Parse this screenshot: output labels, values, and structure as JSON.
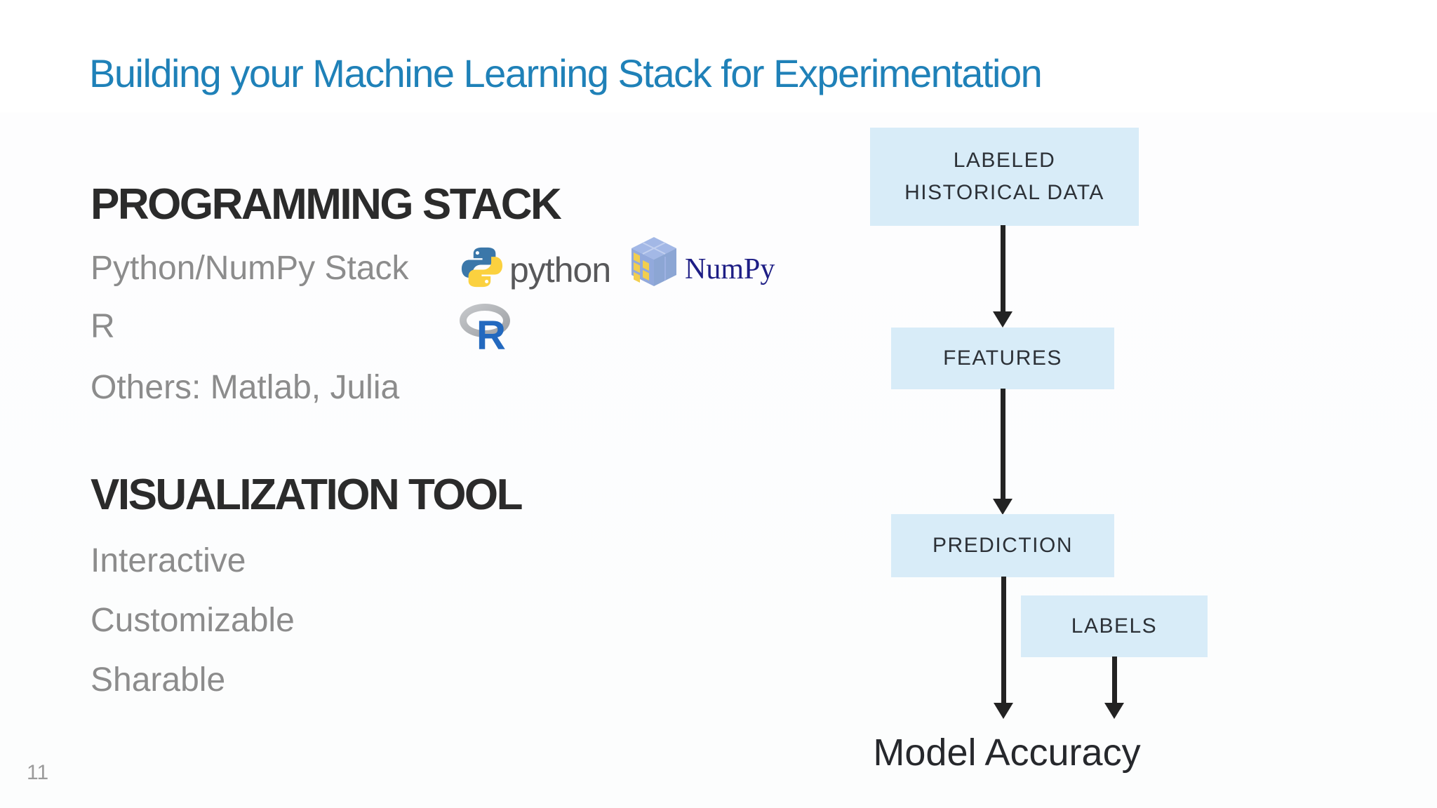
{
  "slide": {
    "title": "Building your Machine Learning Stack for Experimentation",
    "page_number": "11"
  },
  "programming_stack": {
    "heading": "PROGRAMMING STACK",
    "items": [
      "Python/NumPy Stack",
      "R",
      "Others: Matlab, Julia"
    ]
  },
  "visualization_tool": {
    "heading": "VISUALIZATION TOOL",
    "items": [
      "Interactive",
      "Customizable",
      "Sharable"
    ]
  },
  "logos": {
    "python_label": "python",
    "numpy_label": "NumPy",
    "r_letter": "R"
  },
  "flowchart": {
    "nodes": [
      {
        "id": "labeled-historical-data",
        "line1": "LABELED",
        "line2": "HISTORICAL DATA"
      },
      {
        "id": "features",
        "line1": "FEATURES",
        "line2": ""
      },
      {
        "id": "prediction",
        "line1": "PREDICTION",
        "line2": ""
      },
      {
        "id": "labels",
        "line1": "LABELS",
        "line2": ""
      }
    ],
    "edges": [
      "labeled-historical-data -> features",
      "features -> prediction",
      "prediction -> model-accuracy",
      "labels -> model-accuracy"
    ],
    "result_label": "Model Accuracy"
  },
  "colors": {
    "title_blue": "#1f81b8",
    "heading_dark": "#2b2b2b",
    "body_gray": "#8c8c8c",
    "box_fill": "#d8ecf8",
    "box_text": "#2c3137",
    "arrow": "#232323",
    "page_number_gray": "#9b9b9b"
  }
}
